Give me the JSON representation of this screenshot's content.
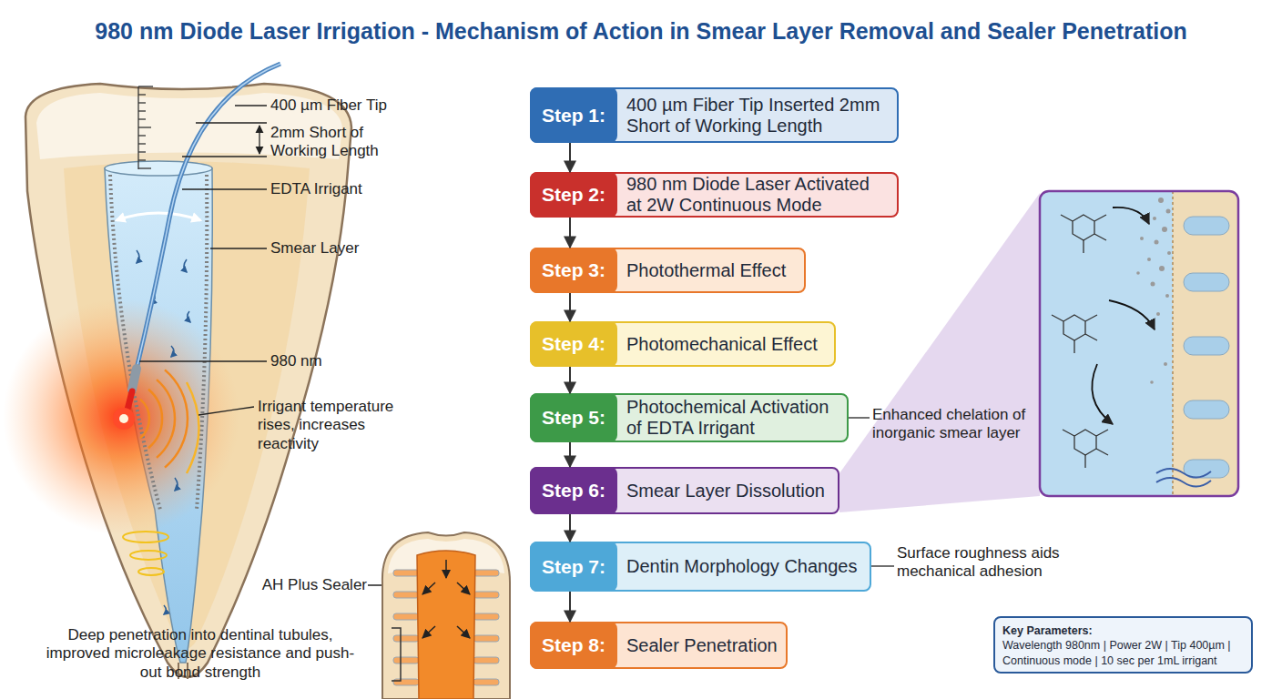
{
  "diagram": {
    "title": "980 nm Diode Laser Irrigation - Mechanism of Action in Smear Layer Removal and Sealer Penetration",
    "nodes": [
      {
        "text": [
          "Step 1:",
          "400 µm Fiber Tip Inserted 2mm Short of Working Length"
        ]
      },
      {
        "text": [
          "Step 2:",
          "980 nm Diode Laser Activated at 2W Continuous Mode"
        ]
      },
      {
        "text": [
          "Step 3:",
          "Photothermal Effect"
        ]
      },
      {
        "text": [
          "Step 4:",
          "Photomechanical Effect"
        ]
      },
      {
        "text": [
          "Step 5:",
          "Photochemical Activation of EDTA Irrigant"
        ]
      },
      {
        "text": [
          "Step 6:",
          "Smear Layer Dissolution"
        ]
      },
      {
        "text": [
          "Step 7:",
          "Dentin Morphology Changes"
        ]
      },
      {
        "text": [
          "Step 8:",
          "Sealer Penetration"
        ]
      },
      {
        "text": [
          "Key Parameters:",
          "Wavelength 980nm | Power 2W | Tip 400µm | Continuous mode | 10 sec per 1mL irrigant"
        ]
      }
    ],
    "edges": [
      {
        "from": 0,
        "to": 1,
        "arrow": "to"
      },
      {
        "from": 1,
        "to": 2,
        "arrow": "to"
      },
      {
        "from": 2,
        "to": 3,
        "arrow": "to"
      },
      {
        "from": 3,
        "to": 4,
        "arrow": "to"
      },
      {
        "from": 4,
        "to": 5,
        "arrow": "to"
      },
      {
        "from": 5,
        "to": 6,
        "arrow": "to"
      },
      {
        "from": 6,
        "to": 7,
        "arrow": "to"
      }
    ],
    "labels": [
      "400 µm Fiber Tip",
      "2mm Short of Working Length",
      "EDTA Irrigant",
      "Smear Layer",
      "980 nm",
      "Irrigant temperature rises, increases reactivity",
      "AH Plus Sealer",
      "Deep penetration into dentinal tubules, improved microleakage resistance and push-out bond strength",
      "Enhanced chelation of inorganic smear layer",
      "Surface roughness aids mechanical adhesion"
    ]
  }
}
